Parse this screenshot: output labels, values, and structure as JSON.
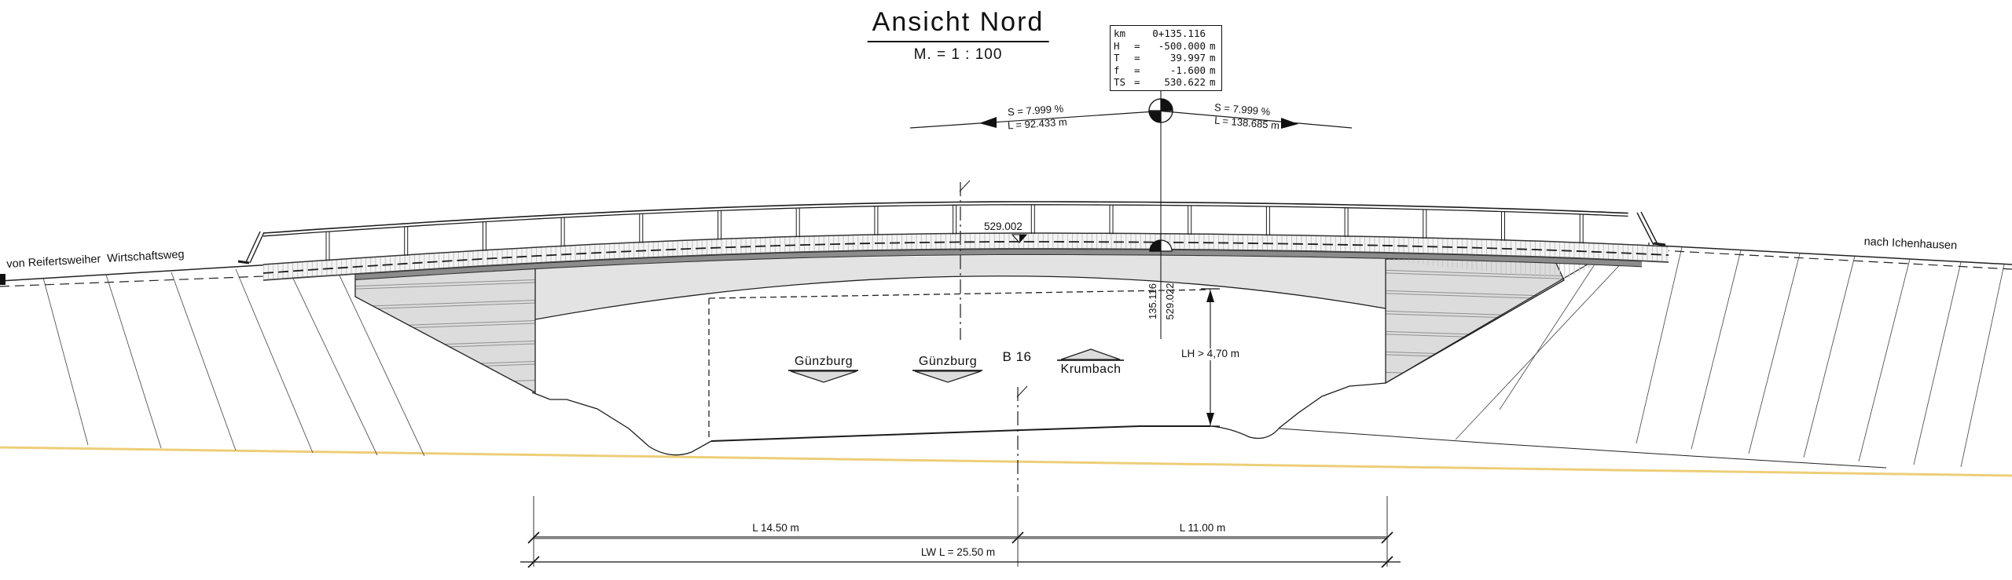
{
  "drawing": {
    "title": "Ansicht Nord",
    "scale": "M. = 1 : 100"
  },
  "curve_data_box": {
    "rows": [
      {
        "label": "km",
        "eq": "",
        "value": "0+135.116",
        "unit": ""
      },
      {
        "label": "H",
        "eq": "=",
        "value": "-500.000",
        "unit": "m"
      },
      {
        "label": "T",
        "eq": "=",
        "value": "39.997",
        "unit": "m"
      },
      {
        "label": "f",
        "eq": "=",
        "value": "-1.600",
        "unit": "m"
      },
      {
        "label": "TS",
        "eq": "=",
        "value": "530.622",
        "unit": "m"
      }
    ]
  },
  "gradients": {
    "left": {
      "slope": "S = 7.999 %",
      "length": "L = 92.433 m"
    },
    "right": {
      "slope": "S = 7.999 %",
      "length": "L = 138.685 m"
    }
  },
  "levels": {
    "roadway_elevation": "529.002",
    "station": "135.116",
    "soffit_elevation": "529.022",
    "clearance_height": "LH > 4,70 m"
  },
  "destinations": {
    "left_arrow": "Günzburg",
    "center_arrow": "Günzburg",
    "route": "B 16",
    "right_arrow": "Krumbach"
  },
  "approach_roads": {
    "left_origin": "von Reifertsweiher",
    "left_name": "Wirtschaftsweg",
    "right_destination": "nach Ichenhausen"
  },
  "dimensions": {
    "span_left": "L 14.50 m",
    "span_right": "L 11.00 m",
    "clear_width": "LW L = 25.50 m"
  },
  "colors": {
    "line": "#1c1c1c",
    "deck_fill": "#f4f4f4",
    "deck_hatch": "#c4c4c4",
    "concrete": "#e3e3e3",
    "wall_fill": "#dcdcdc",
    "edge_beam": "#8c8c8c",
    "arrow_fill": "#dcdcdc",
    "terrain_yellow": "#ecc96a"
  }
}
